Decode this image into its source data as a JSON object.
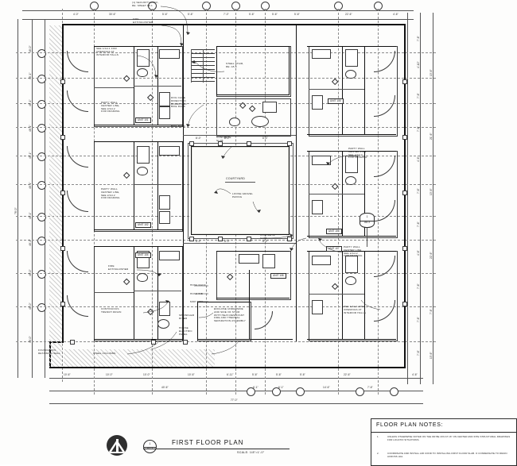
{
  "sheet": {
    "drawing_title": "FIRST FLOOR PLAN",
    "detail_number": "1",
    "sheet_reference": "A1.2",
    "scale": "SCALE: 1/8\"=1'-0\""
  },
  "notes_panel": {
    "heading": "FLOOR PLAN NOTES:",
    "items": [
      {
        "number": "1.",
        "text": "UNLESS OTHERWISE NOTED ON THE DR BE 2X6 AT 16\" ON CENTER AND INTE STRUCTURAL DRAWINGS FOR LOCATIO SITUATIONS."
      },
      {
        "number": "2.",
        "text": "COORDINATE AND INSTALL AIR COND TO INSTALLING FIRST FLOOR SLAB. O CONDENSATE TO DRAIN ACROSS HAL"
      }
    ]
  },
  "annotations": [
    {
      "id": "security-lock",
      "text": "(1) SECURITY LOCK,\nRE: SHEET A6.1"
    },
    {
      "id": "fire-ext-top",
      "text": "FIRE\nEXTINGUISHER"
    },
    {
      "id": "openings-interior-halls",
      "text": "SEE 1/A4.1 FOR\nOPENINGS AT\nINTERIOR HALLS"
    },
    {
      "id": "party-wall-ul",
      "text": "PARTY WALL\nCENTER LINE,\nSEE 2/A4.2\nFOR FRAMING"
    },
    {
      "id": "dog-cage",
      "text": "DOG CAGE\nDIRECTION\nBOARD AND\nBIKE RACK"
    },
    {
      "id": "bike-rack",
      "text": "BIKE RACK"
    },
    {
      "id": "steel-stair",
      "text": "STEEL STAIR,\nRE: A5.3"
    },
    {
      "id": "concrete-slab-top",
      "text": "CONCRETE\nSLAB"
    },
    {
      "id": "courtyard",
      "text": "COURTYARD"
    },
    {
      "id": "loose-gravel",
      "text": "LOOSE GRAVEL\nPAVING"
    },
    {
      "id": "concrete-slab-bottom",
      "text": "CONCRETE\nSLAB"
    },
    {
      "id": "party-wall-ml",
      "text": "PARTY WALL\nCENTER LINE,\nSEE 2/A4.2\nFOR FRAMING"
    },
    {
      "id": "party-wall-mr",
      "text": "PARTY WALL\nCENTER LINE\nSEE 2/A4.2\nFOR FRAMING"
    },
    {
      "id": "party-wall-br",
      "text": "PARTY WALL\nCENTER LINE\nSEE 2/A4.2\nFOR FRAMING"
    },
    {
      "id": "fire-ext-bottom",
      "text": "FIRE\nEXTINGUISHER"
    },
    {
      "id": "trench-drain",
      "text": "CONTINUOUS\nTRENCH DRAIN"
    },
    {
      "id": "hose-rack",
      "text": "HOSE RACK"
    },
    {
      "id": "hose-bib",
      "text": "HOSE BIB"
    },
    {
      "id": "mop-sink",
      "text": "MOP SINK"
    },
    {
      "id": "sprinkler-riser",
      "text": "SPRINKLER\nRISER"
    },
    {
      "id": "house-electric-panel",
      "text": "HOUSE\nELECTRIC\nPANEL"
    },
    {
      "id": "stair-enclosure",
      "text": "ENCLOSE UNDERSIDE\nAND SIDE OF STAIR\nWITH HEAT-RESISTANT\nFIRE AND THERMAL\nSEPARATION ASSEMBLY"
    },
    {
      "id": "openings-interior-halls-2",
      "text": "SEE 1/A4.1 FOR\nOPENINGS AT\nINTERIOR HALLS"
    },
    {
      "id": "foundation-retaining-wall",
      "text": "FOUNDATION\nRETAINING WALL"
    },
    {
      "id": "steel-columns",
      "text": "STEEL COLUMNS"
    }
  ],
  "unit_tags": [
    {
      "id": "unit-101",
      "label": "UNIT 101"
    },
    {
      "id": "unit-102",
      "label": "UNIT 102"
    },
    {
      "id": "unit-103",
      "label": "UNIT 103"
    },
    {
      "id": "unit-104",
      "label": "UNIT 104"
    },
    {
      "id": "unit-105",
      "label": "UNIT 105"
    },
    {
      "id": "unit-106",
      "label": "UNIT 106"
    },
    {
      "id": "unit-107",
      "label": "UNIT 107"
    },
    {
      "id": "unit-108",
      "label": "UNIT 108"
    }
  ],
  "detail_markers": [
    {
      "id": "stair-detail",
      "upper": "1",
      "lower": "A5.3"
    }
  ],
  "dimensions": {
    "top_outer": [
      "4'-0\"",
      "30'-6\"",
      "5'-6\"",
      "5'-6\"",
      "7'-0\"",
      "5'-6\"",
      "5'-6\"",
      "5'-6\"",
      "22'-6\"",
      "4'-6\""
    ],
    "bottom_outer": [
      "10'-6\"",
      "10'-0\"",
      "10'-0\"",
      "10'-6\"",
      "6'-11\"",
      "5'-6\"",
      "5'-6\"",
      "5'-6\"",
      "22'-6\"",
      "4'-6\""
    ],
    "bottom_mid": [
      "40'-6\"",
      "6'-1\"",
      "6'-1\"",
      "14'-6\"",
      "7'-6\""
    ],
    "bottom_overall": "77'-0\"",
    "left_outer": [
      "48'-0\"",
      "48'-1\"",
      "48'-1\"",
      "48'-1\"",
      "48'-1\"",
      "48'-1\"",
      "48'-1\"",
      "48'-1\"",
      "48'-0\"",
      "48'-0\"",
      "48'-0\"",
      "48'-1\""
    ],
    "left_overall": "78'-0\"",
    "right_inner": [
      "7'-6\"",
      "4'-10\"",
      "7'-6\"",
      "7'-6\"",
      "4'-6\"",
      "7'-6\"",
      "7'-6\"",
      "4'-6\"",
      "7'-6\"",
      "7'-6\"",
      "7'-6\""
    ],
    "right_groups": [
      "13'-6\"",
      "21'-6\"",
      "13'-6\"",
      "22'-6\"",
      "7'-6\"",
      "13'-6\""
    ],
    "right_overall": "78'-0\"",
    "interior_courtyard": [
      "8'-0\"",
      "8'-0\"",
      "8'-0\"",
      "8'-0\"",
      "8'-0\"",
      "8'-0\"",
      "8'-0\"",
      "8'-0\""
    ]
  },
  "grid_labels": {
    "top": [
      "C",
      "D",
      "E",
      "F",
      "G",
      "A",
      "B"
    ],
    "left": [
      "1",
      "2",
      "3",
      "4",
      "5",
      "6",
      "7",
      "8",
      "9",
      "10"
    ]
  }
}
